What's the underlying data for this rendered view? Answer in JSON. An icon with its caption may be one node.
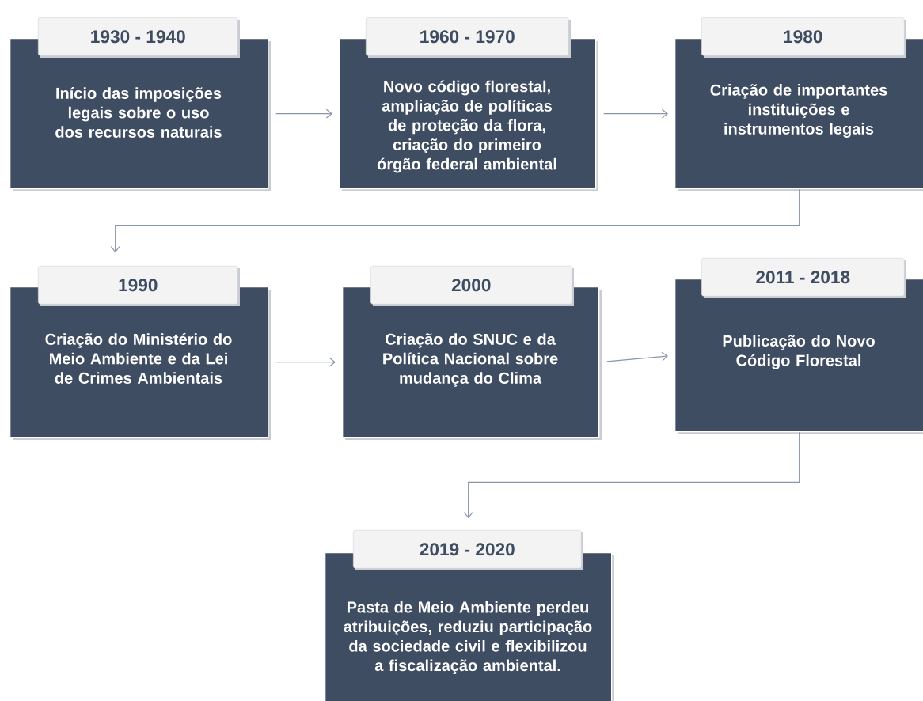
{
  "diagram": {
    "nodes": [
      {
        "text": [
          "1930 - 1940",
          "Início das imposições legais sobre o uso dos recursos naturais"
        ]
      },
      {
        "text": [
          "1960 - 1970",
          "Novo código florestal, ampliação de políticas de proteção da flora, criação do primeiro órgão federal ambiental"
        ]
      },
      {
        "text": [
          "1980",
          "Criação de importantes instituições e instrumentos legais"
        ]
      },
      {
        "text": [
          "1990",
          "Criação do Ministério do Meio Ambiente e da Lei de Crimes Ambientais"
        ]
      },
      {
        "text": [
          "2000",
          "Criação do SNUC e da Política Nacional sobre mudança do Clima"
        ]
      },
      {
        "text": [
          "2011 - 2018",
          "Publicação do Novo Código Florestal"
        ]
      },
      {
        "text": [
          "2019 - 2020",
          "Pasta de Meio Ambiente perdeu atribuições, reduziu participação da sociedade civil e flexibilizou a fiscalização ambiental."
        ]
      }
    ],
    "edges": [
      {
        "from": 0,
        "to": 1,
        "arrow": "to"
      },
      {
        "from": 1,
        "to": 2,
        "arrow": "to"
      },
      {
        "from": 2,
        "to": 3,
        "arrow": "to"
      },
      {
        "from": 3,
        "to": 4,
        "arrow": "to"
      },
      {
        "from": 4,
        "to": 5,
        "arrow": "to"
      },
      {
        "from": 5,
        "to": 6,
        "arrow": "to"
      }
    ]
  }
}
